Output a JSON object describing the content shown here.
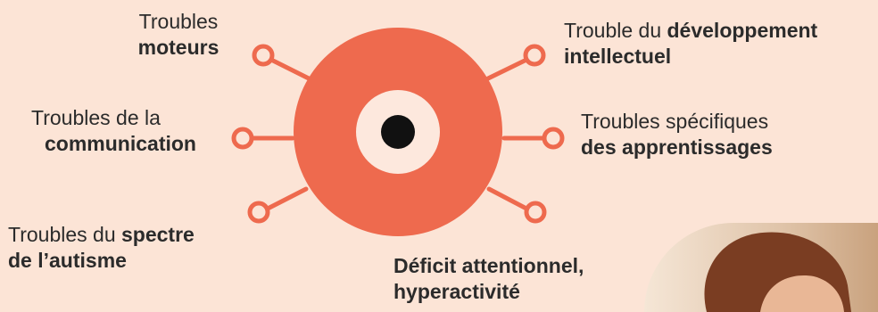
{
  "colors": {
    "background": "#fce4d6",
    "accent": "#ee6a4e",
    "ring_inner": "#fde8dd",
    "pupil": "#111111",
    "text": "#2b2b2b"
  },
  "labels": {
    "moteurs": {
      "prefix": "Troubles",
      "bold": "moteurs"
    },
    "communication": {
      "prefix": "Troubles de la",
      "bold": "communication"
    },
    "autisme": {
      "prefix": "Troubles du ",
      "bold1": "spectre",
      "bold2": "de l’autisme"
    },
    "intellectuel": {
      "prefix": "Trouble du ",
      "bold1": "développement",
      "bold2": "intellectuel"
    },
    "apprentissages": {
      "prefix": "Troubles spécifiques",
      "bold": "des apprentissages"
    },
    "attention": {
      "bold1": "Déficit attentionnel,",
      "bold2": "hyperactivité"
    }
  },
  "photo": {
    "description_icon": "person-photo"
  }
}
